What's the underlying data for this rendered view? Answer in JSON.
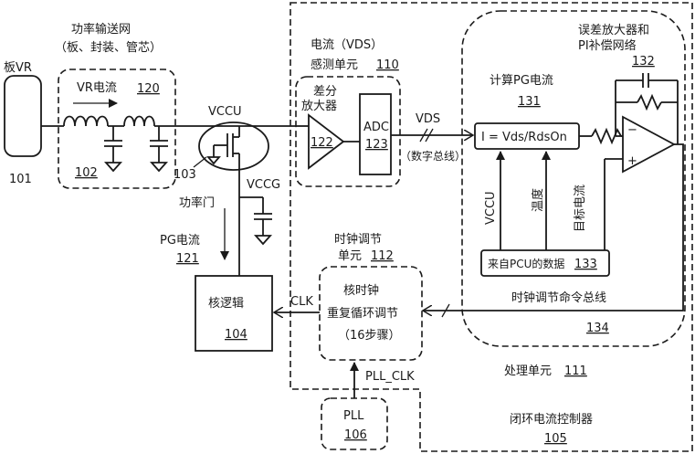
{
  "labels": {
    "board_vr": "板VR",
    "board_vr_num": "101",
    "pdn_title_1": "功率输送网",
    "pdn_title_2": "（板、封装、管芯）",
    "vr_current": "VR电流",
    "vr_current_num": "120",
    "pdn_num": "102",
    "vccu_top": "VCCU",
    "power_gate_num": "103",
    "power_gate": "功率门",
    "vccg": "VCCG",
    "pg_current": "PG电流",
    "pg_current_num": "121",
    "sense_title_1": "电流（VDS）",
    "sense_title_2": "感测单元",
    "sense_num": "110",
    "diff_amp_1": "差分",
    "diff_amp_2": "放大器",
    "diff_amp_num": "122",
    "adc": "ADC",
    "adc_num": "123",
    "vds": "VDS",
    "digital_bus": "（数字总线）",
    "calc_pg": "计算PG电流",
    "calc_num": "131",
    "formula": "I = Vds/RdsOn",
    "vccu_vert": "VCCU",
    "temperature": "温度",
    "target_current": "目标电流",
    "pcu_data": "来自PCU的数据",
    "pcu_num": "133",
    "err_amp_1": "误差放大器和",
    "err_amp_2": "PI补偿网络",
    "err_amp_num": "132",
    "clk_cmd_bus": "时钟调节命令总线",
    "clk_cmd_num": "134",
    "proc_unit": "处理单元",
    "proc_num": "111",
    "clk_unit_1": "时钟调节",
    "clk_unit_2": "单元",
    "clk_unit_num": "112",
    "core_clock_1": "核时钟",
    "core_clock_2": "重复循环调节",
    "core_clock_3": "（16步骤）",
    "core_logic": "核逻辑",
    "core_logic_num": "104",
    "clk": "CLK",
    "pll_clk": "PLL_CLK",
    "pll": "PLL",
    "pll_num": "106",
    "controller": "闭环电流控制器",
    "controller_num": "105"
  }
}
